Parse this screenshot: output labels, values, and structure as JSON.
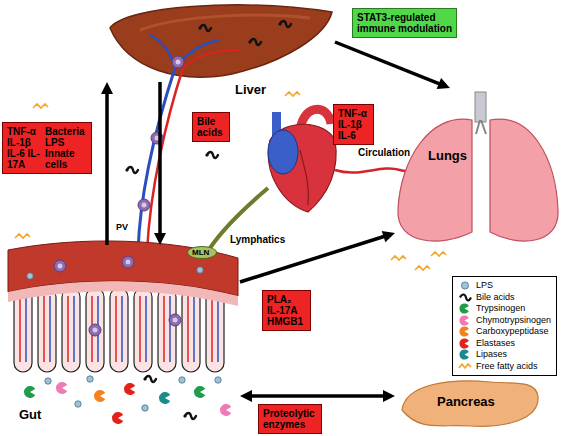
{
  "diagram": {
    "nodes": [
      {
        "text": [
          "Liver"
        ]
      },
      {
        "text": [
          "STAT3-regulated immune modulation"
        ]
      },
      {
        "text": [
          "TNF-α IL-1β IL-6 IL-17A",
          "Bacteria LPS Innate cells"
        ]
      },
      {
        "text": [
          "Bile acids"
        ]
      },
      {
        "text": [
          "TNF-α IL-1β IL-6"
        ]
      },
      {
        "text": [
          "Lungs"
        ]
      },
      {
        "text": [
          "Gut"
        ]
      },
      {
        "text": [
          "MLN"
        ],
        "in": 6
      },
      {
        "text": [
          "PLA₂ IL-17A HMGB1"
        ]
      },
      {
        "text": [
          "Pancreas"
        ]
      },
      {
        "text": [
          "Proteolytic enzymes"
        ]
      }
    ],
    "edges": [
      {
        "from": 6,
        "to": 0,
        "arrow": "to"
      },
      {
        "from": 0,
        "to": 6,
        "arrow": "to"
      },
      {
        "from": 0,
        "to": 5,
        "arrow": "to"
      },
      {
        "from": 6,
        "to": 5,
        "arrow": "to"
      },
      {
        "from": 6,
        "to": 9,
        "arrow": "both"
      }
    ],
    "labels": [
      "PV",
      "Circulation",
      "Lymphatics"
    ],
    "legend": [
      {
        "text": "LPS",
        "color": "#9cc3d8"
      },
      {
        "text": "Bile acids"
      },
      {
        "text": "Trypsinogen",
        "color": "#1e9e4a"
      },
      {
        "text": "Chymotrypsinogen",
        "color": "#f07ab4"
      },
      {
        "text": "Carboxypeptidase",
        "color": "#f5821f"
      },
      {
        "text": "Elastases",
        "color": "#e2231a"
      },
      {
        "text": "Lipases",
        "color": "#1b8c8c"
      },
      {
        "text": "Free fatty acids"
      }
    ]
  }
}
